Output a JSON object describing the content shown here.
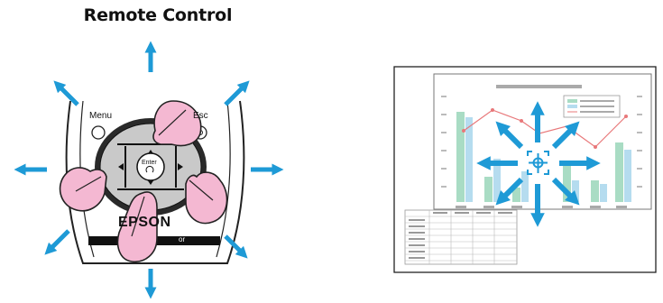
{
  "title": "Remote Control",
  "remote": {
    "menu_label": "Menu",
    "esc_label": "Esc",
    "enter_label": "Enter",
    "brand_partial": "EPSON",
    "brand_sub": "or"
  },
  "colors": {
    "arrow": "#1e9ad6",
    "finger": "#f4b8d2",
    "finger_outline": "#222222",
    "bar_green": "#a9dcc4",
    "bar_blue": "#b5dcef",
    "line_red": "#e8787a"
  },
  "icons": [
    "arrow-up-icon",
    "arrow-down-icon",
    "arrow-left-icon",
    "arrow-right-icon",
    "arrow-up-left-icon",
    "arrow-up-right-icon",
    "arrow-down-left-icon",
    "arrow-down-right-icon",
    "pointer-cursor-icon",
    "finger-icon"
  ]
}
